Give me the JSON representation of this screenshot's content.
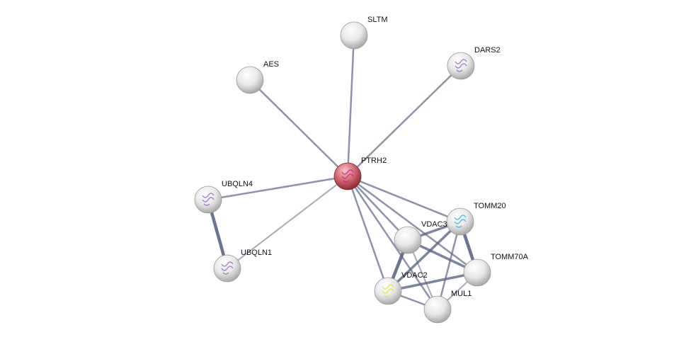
{
  "network": {
    "nodes": [
      {
        "id": "SLTM",
        "label": "SLTM",
        "query": false,
        "structure": "none"
      },
      {
        "id": "DARS2",
        "label": "DARS2",
        "query": false,
        "structure": "purple"
      },
      {
        "id": "AES",
        "label": "AES",
        "query": false,
        "structure": "none"
      },
      {
        "id": "PTRH2",
        "label": "PTRH2",
        "query": true,
        "structure": "magenta"
      },
      {
        "id": "UBQLN4",
        "label": "UBQLN4",
        "query": false,
        "structure": "purple"
      },
      {
        "id": "UBQLN1",
        "label": "UBQLN1",
        "query": false,
        "structure": "purple"
      },
      {
        "id": "TOMM20",
        "label": "TOMM20",
        "query": false,
        "structure": "cyan"
      },
      {
        "id": "VDAC3",
        "label": "VDAC3",
        "query": false,
        "structure": "none"
      },
      {
        "id": "TOMM70A",
        "label": "TOMM70A",
        "query": false,
        "structure": "none"
      },
      {
        "id": "VDAC2",
        "label": "VDAC2",
        "query": false,
        "structure": "yellow"
      },
      {
        "id": "MUL1",
        "label": "MUL1",
        "query": false,
        "structure": "none"
      }
    ],
    "edges": [
      {
        "s": "PTRH2",
        "t": "SLTM",
        "w": 2
      },
      {
        "s": "PTRH2",
        "t": "DARS2",
        "w": 2
      },
      {
        "s": "PTRH2",
        "t": "AES",
        "w": 2
      },
      {
        "s": "PTRH2",
        "t": "UBQLN4",
        "w": 2
      },
      {
        "s": "PTRH2",
        "t": "UBQLN1",
        "w": 1
      },
      {
        "s": "PTRH2",
        "t": "TOMM20",
        "w": 2
      },
      {
        "s": "PTRH2",
        "t": "VDAC3",
        "w": 2
      },
      {
        "s": "PTRH2",
        "t": "TOMM70A",
        "w": 2
      },
      {
        "s": "PTRH2",
        "t": "VDAC2",
        "w": 2
      },
      {
        "s": "PTRH2",
        "t": "MUL1",
        "w": 2
      },
      {
        "s": "UBQLN4",
        "t": "UBQLN1",
        "w": 4
      },
      {
        "s": "VDAC3",
        "t": "VDAC2",
        "w": 4
      },
      {
        "s": "VDAC3",
        "t": "TOMM20",
        "w": 3
      },
      {
        "s": "VDAC3",
        "t": "TOMM70A",
        "w": 3
      },
      {
        "s": "VDAC3",
        "t": "MUL1",
        "w": 1
      },
      {
        "s": "VDAC2",
        "t": "TOMM20",
        "w": 3
      },
      {
        "s": "VDAC2",
        "t": "TOMM70A",
        "w": 3
      },
      {
        "s": "VDAC2",
        "t": "MUL1",
        "w": 2
      },
      {
        "s": "TOMM20",
        "t": "TOMM70A",
        "w": 4
      },
      {
        "s": "TOMM20",
        "t": "MUL1",
        "w": 2
      },
      {
        "s": "TOMM70A",
        "t": "MUL1",
        "w": 1
      }
    ],
    "colors": {
      "edge": "#5c6585",
      "node": "#e6e6e6",
      "query_node": "#c0505a"
    }
  }
}
